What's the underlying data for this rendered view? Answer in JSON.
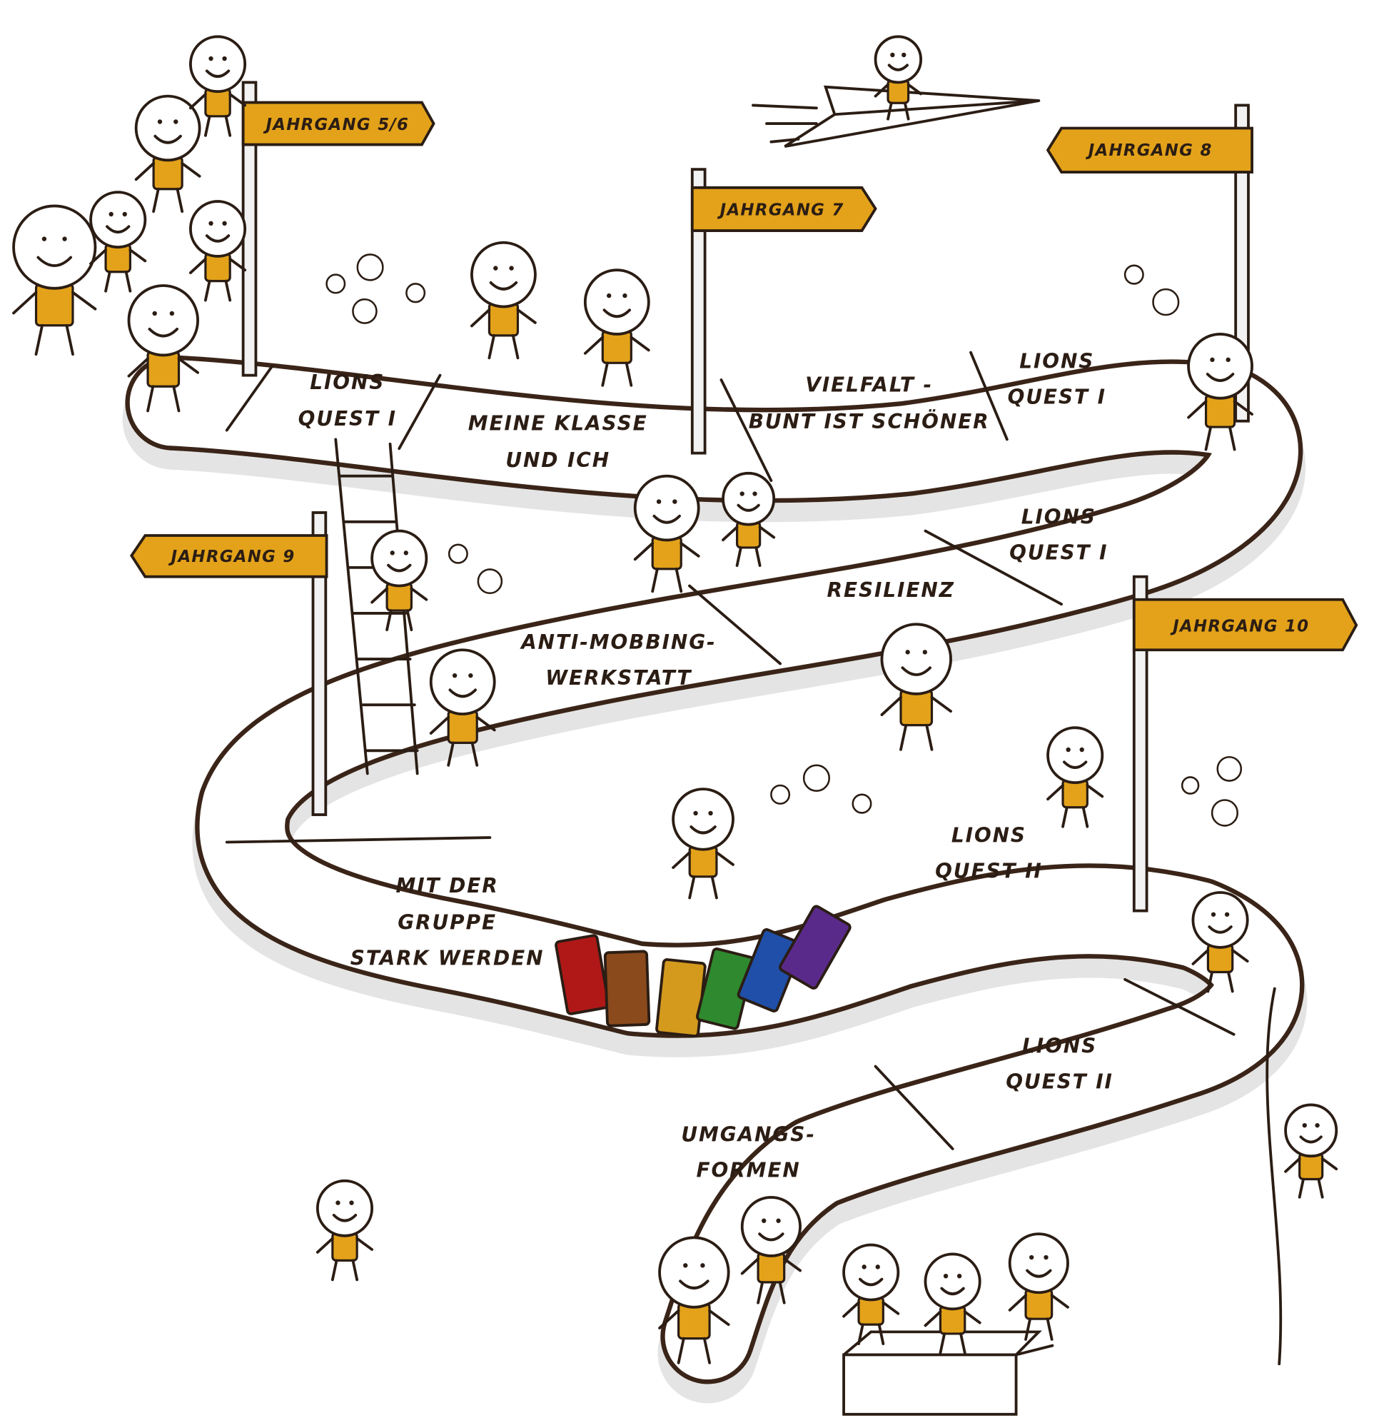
{
  "signs": {
    "grade_5_6": "JAHRGANG 5/6",
    "grade_7": "JAHRGANG 7",
    "grade_8": "JAHRGANG 8",
    "grade_9": "JAHRGANG 9",
    "grade_10": "JAHRGANG 10"
  },
  "road_segments": [
    {
      "lines": [
        "LIONS",
        "QUEST I"
      ]
    },
    {
      "lines": [
        "MEINE KLASSE",
        "UND ICH"
      ]
    },
    {
      "lines": [
        "VIELFALT -",
        "BUNT IST SCHÖNER"
      ]
    },
    {
      "lines": [
        "LIONS",
        "QUEST I"
      ]
    },
    {
      "lines": [
        "LIONS",
        "QUEST I"
      ]
    },
    {
      "lines": [
        "RESILIENZ"
      ]
    },
    {
      "lines": [
        "ANTI-MOBBING-",
        "WERKSTATT"
      ]
    },
    {
      "lines": [
        "MIT DER",
        "GRUPPE",
        "STARK WERDEN"
      ]
    },
    {
      "lines": [
        "LIONS",
        "QUEST II"
      ]
    },
    {
      "lines": [
        "LIONS",
        "QUEST II"
      ]
    },
    {
      "lines": [
        "UMGANGS-",
        "FORMEN"
      ]
    }
  ],
  "colors": {
    "accent": "#e3a21a",
    "ink": "#2b1d14",
    "bridge": [
      "#b01818",
      "#8a4a1c",
      "#d49a1e",
      "#2f8a2f",
      "#1f4fa8",
      "#5a2a8a"
    ]
  }
}
